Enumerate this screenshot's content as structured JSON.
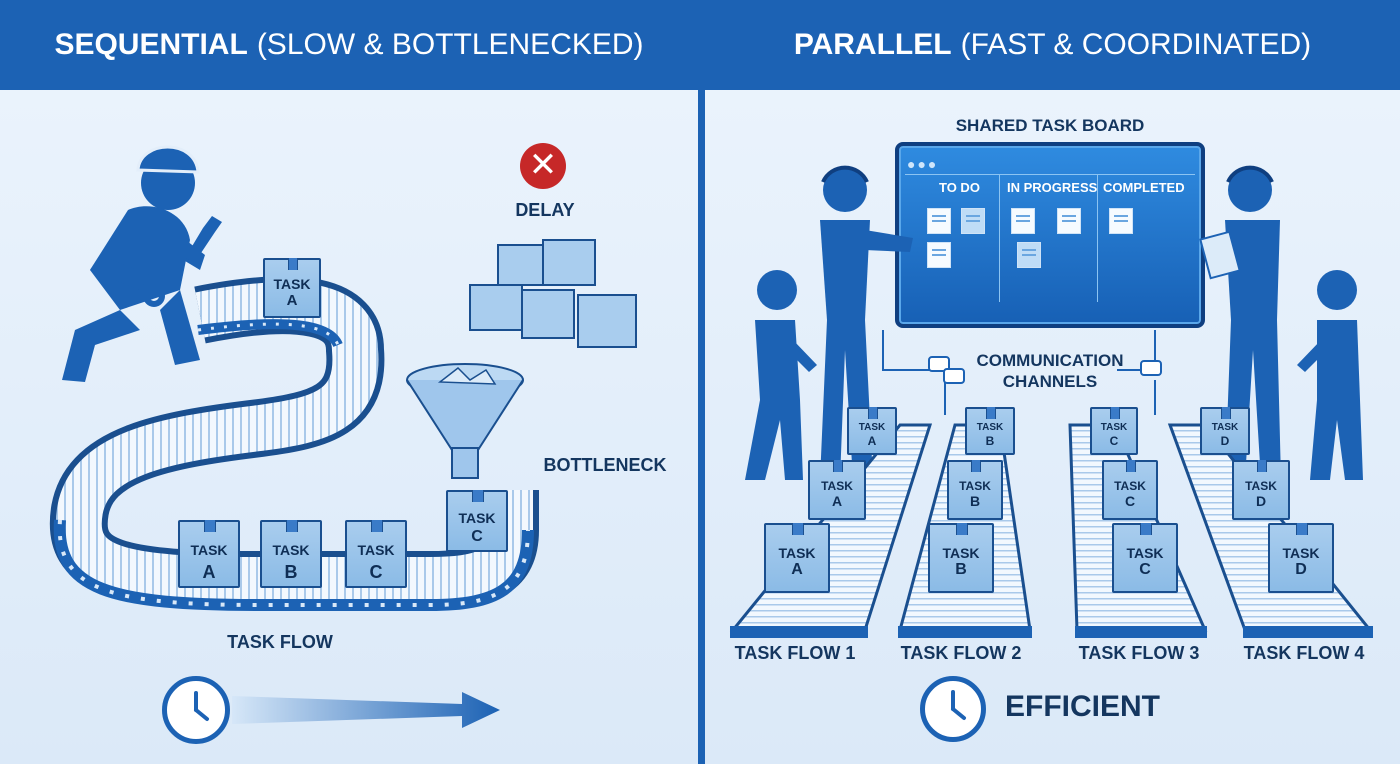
{
  "left": {
    "title_bold": "SEQUENTIAL",
    "title_rest": "(SLOW & BOTTLENECKED)",
    "delay_label": "DELAY",
    "bottleneck_label": "BOTTLENECK",
    "flow_label": "TASK FLOW",
    "task_word": "TASK",
    "tasks": [
      "A",
      "B",
      "C"
    ]
  },
  "right": {
    "title_bold": "PARALLEL",
    "title_rest": "(FAST & COORDINATED)",
    "board_title": "SHARED TASK BOARD",
    "columns": [
      "TO DO",
      "IN PROGRESS",
      "COMPLETED"
    ],
    "comm_label_1": "COMMUNICATION",
    "comm_label_2": "CHANNELS",
    "flows": [
      {
        "label": "TASK FLOW 1",
        "letter": "A"
      },
      {
        "label": "TASK FLOW 2",
        "letter": "B"
      },
      {
        "label": "TASK FLOW 3",
        "letter": "C"
      },
      {
        "label": "TASK FLOW 4",
        "letter": "D"
      }
    ],
    "efficient_label": "EFFICIENT"
  },
  "colors": {
    "primary": "#1c62b4",
    "dark": "#14365f",
    "delay_red": "#c62828",
    "box_fill": "#9cc7ec"
  }
}
